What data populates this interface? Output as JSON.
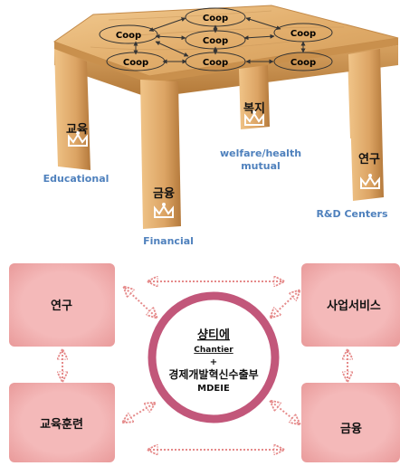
{
  "table": {
    "coop_label": "Coop",
    "legs": {
      "education": {
        "korean": "교육",
        "english": "Educational"
      },
      "finance": {
        "korean": "금융",
        "english": "Financial"
      },
      "welfare": {
        "korean": "복지",
        "english_line1": "welfare/health",
        "english_line2": "mutual"
      },
      "research": {
        "korean": "연구",
        "english": "R&D Centers"
      }
    }
  },
  "network": {
    "boxes": {
      "research": "연구",
      "business_services": "사업서비스",
      "education_training": "교육훈련",
      "finance": "금융"
    },
    "center": {
      "line1": "샹티에",
      "line2": "Chantier",
      "line3": "+",
      "line4": "경제개발혁신수출부",
      "line5": "MDEIE"
    }
  },
  "colors": {
    "wood_light": "#e8b87a",
    "wood_dark": "#b57a3c",
    "box_fill": "#f4b9b9",
    "circle_border": "#c2577a",
    "arrow": "#e58a8a",
    "blue_text": "#4f81bd"
  }
}
